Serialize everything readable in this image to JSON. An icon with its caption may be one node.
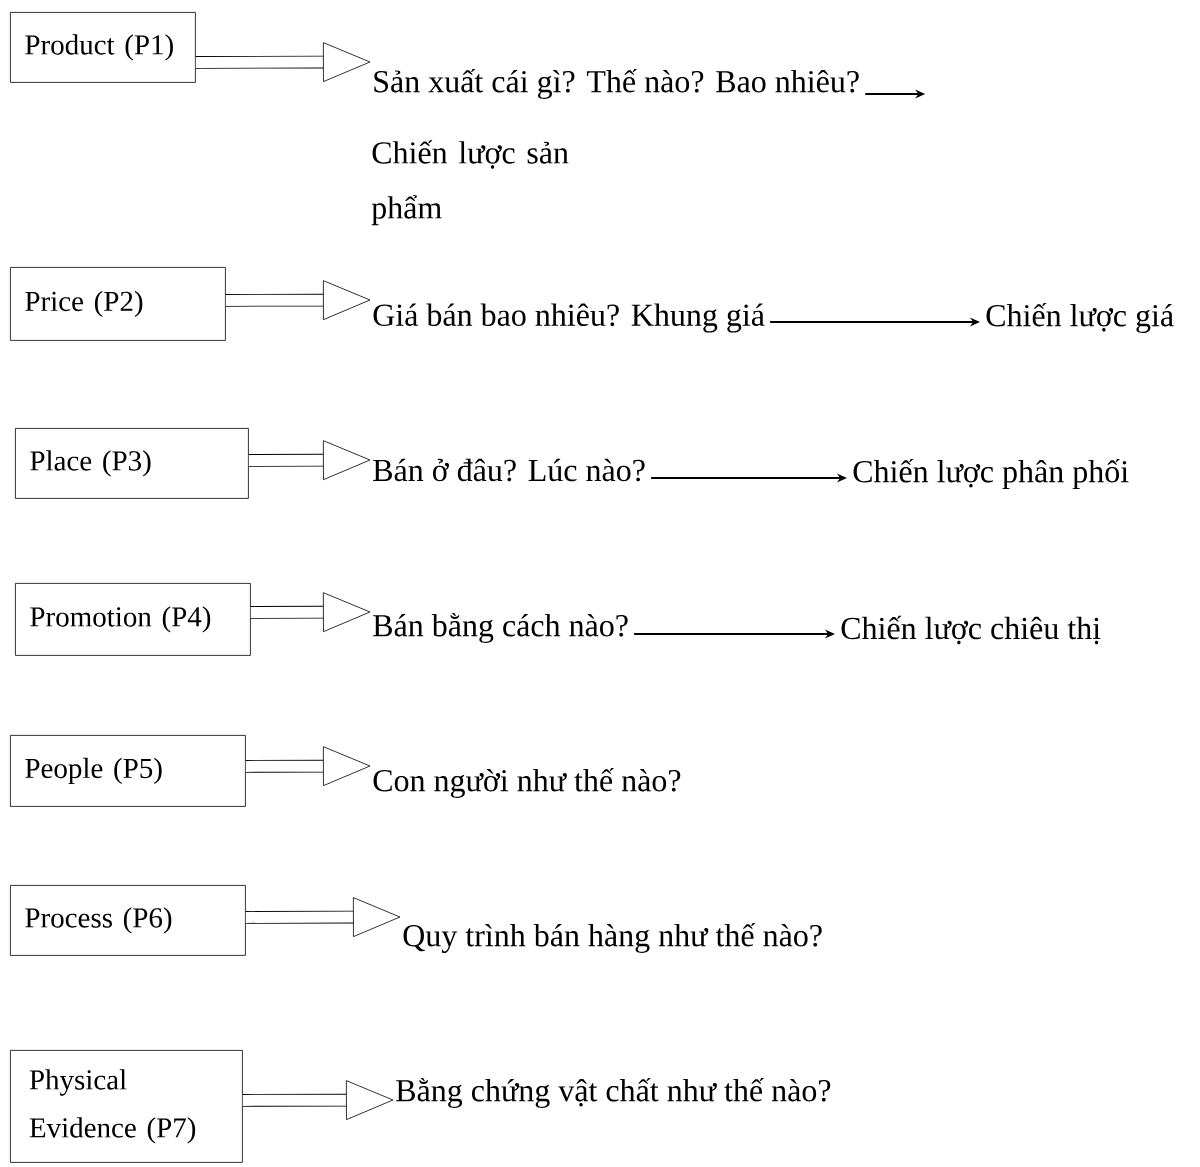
{
  "diagram": {
    "nodes": [
      {
        "text": [
          "Product (P1)"
        ]
      },
      {
        "text": [
          "Sản xuất cái gì? Thế nào? Bao nhiêu?"
        ]
      },
      {
        "text": [
          "Chiến lược sản phẩm"
        ]
      },
      {
        "text": [
          "Price (P2)"
        ]
      },
      {
        "text": [
          "Giá bán bao nhiêu? Khung giá"
        ]
      },
      {
        "text": [
          "Chiến lược giá"
        ]
      },
      {
        "text": [
          "Place (P3)"
        ]
      },
      {
        "text": [
          "Bán ở đâu? Lúc nào?"
        ]
      },
      {
        "text": [
          "Chiến lược phân phối"
        ]
      },
      {
        "text": [
          "Promotion (P4)"
        ]
      },
      {
        "text": [
          "Bán bằng cách nào?"
        ]
      },
      {
        "text": [
          "Chiến lược chiêu thị"
        ]
      },
      {
        "text": [
          "People (P5)"
        ]
      },
      {
        "text": [
          "Con người như thế nào?"
        ]
      },
      {
        "text": [
          "Process (P6)"
        ]
      },
      {
        "text": [
          "Quy trình bán hàng như thế nào?"
        ]
      },
      {
        "text": [
          "Physical Evidence (P7)"
        ]
      },
      {
        "text": [
          "Bằng chứng vật chất như thế nào?"
        ]
      }
    ],
    "edges": [
      {
        "from": 0,
        "to": 1,
        "arrow": "to"
      },
      {
        "from": 1,
        "to": null,
        "arrow": "to"
      },
      {
        "from": 3,
        "to": 4,
        "arrow": "to"
      },
      {
        "from": 4,
        "to": 5,
        "arrow": "to"
      },
      {
        "from": 6,
        "to": 7,
        "arrow": "to"
      },
      {
        "from": 7,
        "to": 8,
        "arrow": "to"
      },
      {
        "from": 9,
        "to": 10,
        "arrow": "to"
      },
      {
        "from": 10,
        "to": 11,
        "arrow": "to"
      },
      {
        "from": 12,
        "to": 13,
        "arrow": "to"
      },
      {
        "from": 14,
        "to": 15,
        "arrow": "to"
      },
      {
        "from": 16,
        "to": 17,
        "arrow": "to"
      }
    ]
  }
}
